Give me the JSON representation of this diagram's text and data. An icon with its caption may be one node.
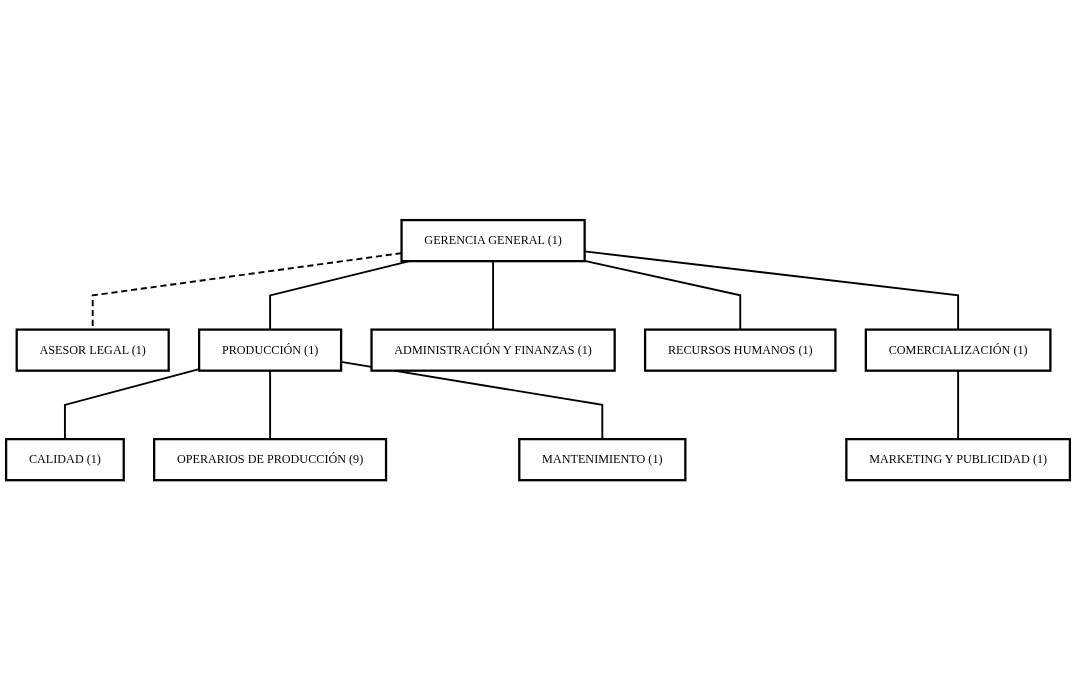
{
  "diagram": {
    "nodes": [
      {
        "text": [
          "GERENCIA GENERAL (1)"
        ]
      },
      {
        "text": [
          "ASESOR LEGAL (1)"
        ]
      },
      {
        "text": [
          "PRODUCCIÓN (1)"
        ]
      },
      {
        "text": [
          "ADMINISTRACIÓN Y FINANZAS (1)"
        ]
      },
      {
        "text": [
          "RECURSOS HUMANOS (1)"
        ]
      },
      {
        "text": [
          "COMERCIALIZACIÓN (1)"
        ]
      },
      {
        "text": [
          "CALIDAD (1)"
        ]
      },
      {
        "text": [
          "OPERARIOS DE PRODUCCIÓN (9)"
        ]
      },
      {
        "text": [
          "MANTENIMIENTO (1)"
        ]
      },
      {
        "text": [
          "MARKETING Y PUBLICIDAD (1)"
        ]
      }
    ],
    "edges": [
      {
        "from": 0,
        "to": 1,
        "arrow": "none",
        "style": "dashed"
      },
      {
        "from": 0,
        "to": 2,
        "arrow": "none"
      },
      {
        "from": 0,
        "to": 3,
        "arrow": "none"
      },
      {
        "from": 0,
        "to": 4,
        "arrow": "none"
      },
      {
        "from": 0,
        "to": 5,
        "arrow": "none"
      },
      {
        "from": 2,
        "to": 6,
        "arrow": "none"
      },
      {
        "from": 2,
        "to": 7,
        "arrow": "none"
      },
      {
        "from": 2,
        "to": 8,
        "arrow": "none"
      },
      {
        "from": 5,
        "to": 9,
        "arrow": "none"
      }
    ]
  }
}
